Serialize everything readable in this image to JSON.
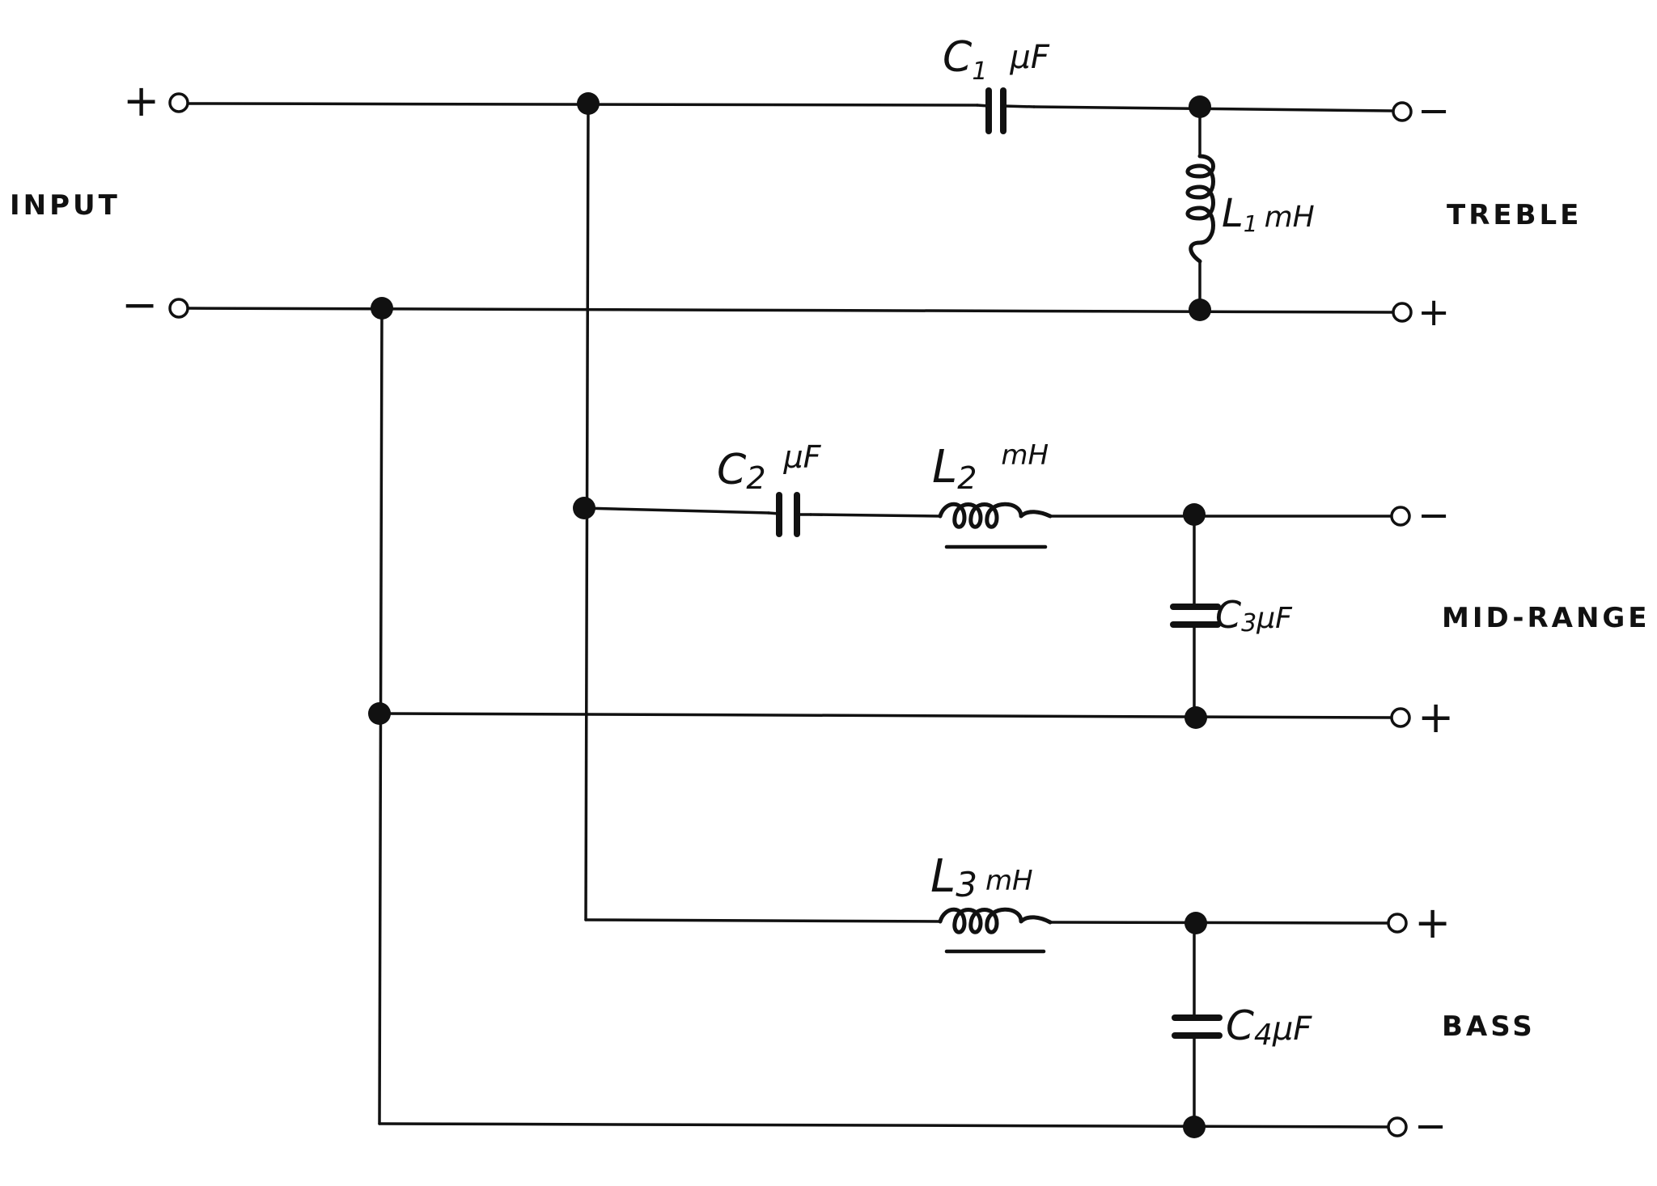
{
  "input": {
    "label": "INPUT",
    "plus": "+",
    "minus": "−"
  },
  "outputs": {
    "treble": {
      "label": "TREBLE",
      "top_sign": "−",
      "bottom_sign": "+"
    },
    "mid": {
      "label": "MID-RANGE",
      "top_sign": "−",
      "bottom_sign": "+"
    },
    "bass": {
      "label": "BASS",
      "top_sign": "+",
      "bottom_sign": "−"
    }
  },
  "components": {
    "c1": {
      "name": "C",
      "sub": "1",
      "unit": "µF"
    },
    "l1": {
      "name": "L",
      "sub": "1",
      "unit": "mH"
    },
    "c2": {
      "name": "C",
      "sub": "2",
      "unit": "µF"
    },
    "l2": {
      "name": "L",
      "sub": "2",
      "unit": "mH"
    },
    "c3": {
      "name": "C",
      "sub": "3",
      "unit": "µF"
    },
    "l3": {
      "name": "L",
      "sub": "3",
      "unit": "mH"
    },
    "c4": {
      "name": "C",
      "sub": "4",
      "unit": "µF"
    }
  }
}
